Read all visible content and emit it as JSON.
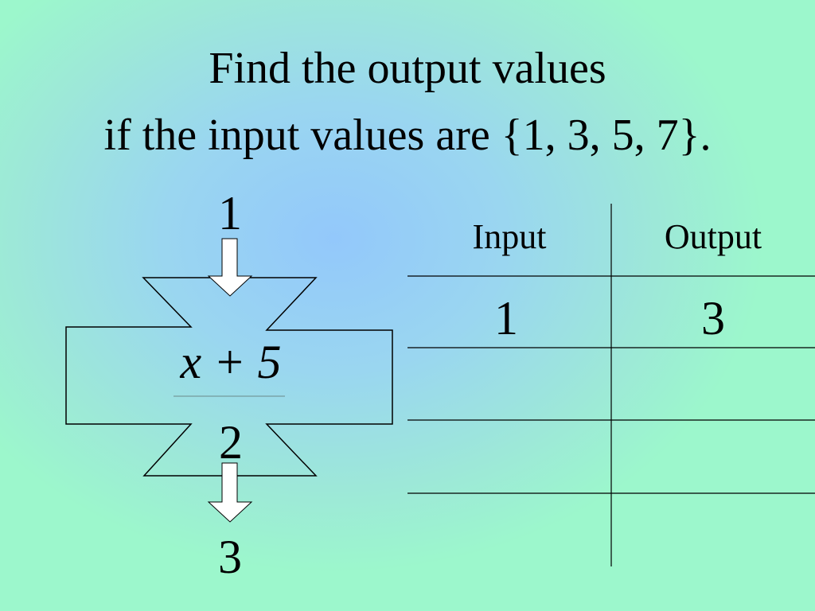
{
  "title": {
    "line1": "Find the output values",
    "line2": "if the input values are {1, 3, 5, 7}."
  },
  "machine": {
    "input_value": "1",
    "rule_numerator": "x + 5",
    "rule_denominator": "2",
    "output_value": "3"
  },
  "table": {
    "headers": [
      "Input",
      "Output"
    ],
    "rows": [
      [
        "1",
        "3"
      ],
      [
        "",
        ""
      ],
      [
        "",
        ""
      ]
    ]
  },
  "colors": {
    "background_center": "#93c8fb",
    "background_edge": "#9cf7cc",
    "arrow_fill": "#ffffff",
    "line": "#000000"
  }
}
